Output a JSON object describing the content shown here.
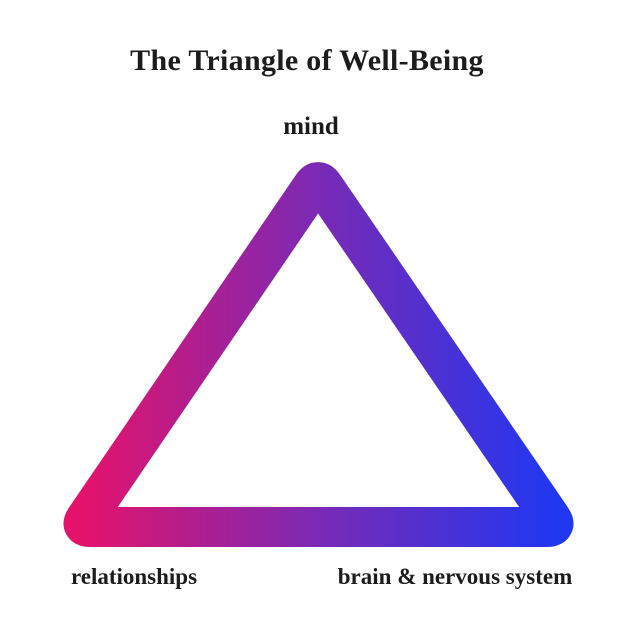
{
  "title": "The Triangle of Well-Being",
  "labels": {
    "top": "mind",
    "bottom_left": "relationships",
    "bottom_right": "brain & nervous system"
  },
  "colors": {
    "gradient_start": "#E3136C",
    "gradient_mid": "#7A2AB5",
    "gradient_end": "#2137F0",
    "text": "#1c1c1c",
    "background": "#ffffff"
  },
  "diagram": {
    "type": "triangle-outline",
    "gradient_direction": "left-to-right"
  }
}
